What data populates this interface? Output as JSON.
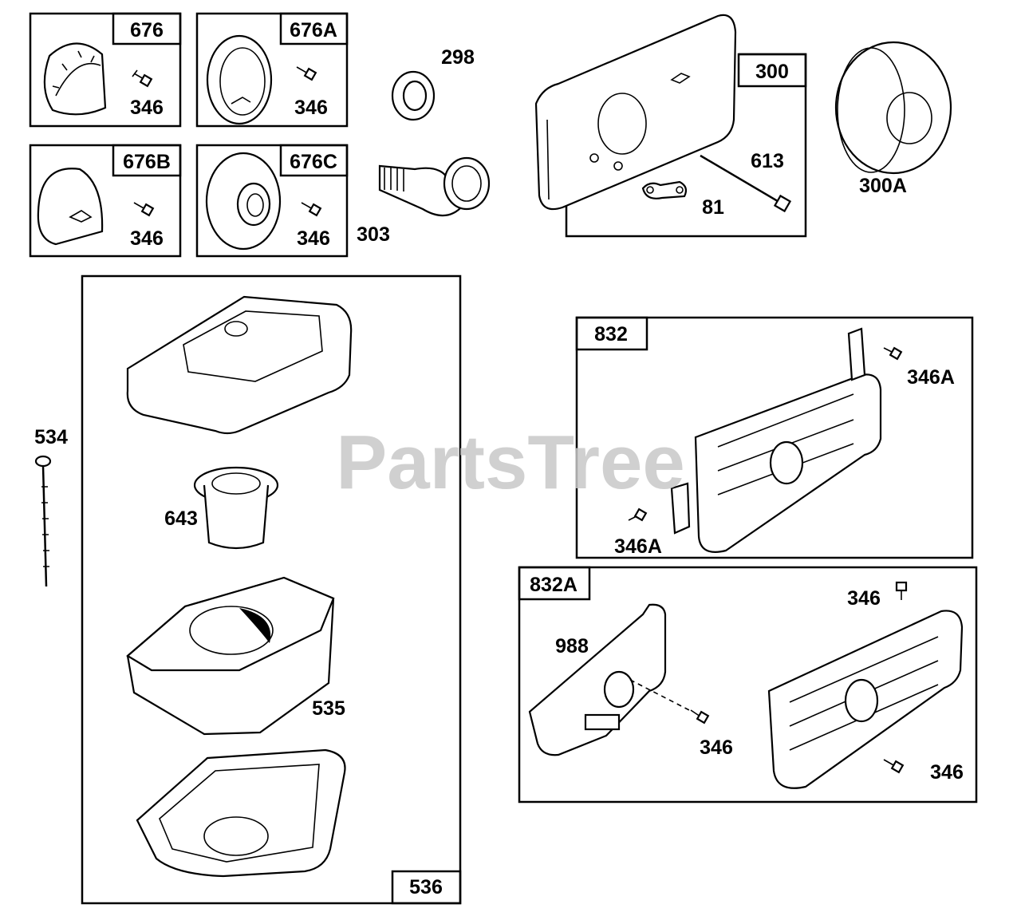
{
  "watermark": "PartsTree",
  "labels": {
    "p676": "676",
    "p676A": "676A",
    "p676B": "676B",
    "p676C": "676C",
    "b676": "346",
    "b676A": "346",
    "b676B": "346",
    "b676C": "346",
    "p298": "298",
    "p303": "303",
    "p300": "300",
    "p613": "613",
    "p81": "81",
    "p300A": "300A",
    "p534": "534",
    "p643": "643",
    "p535": "535",
    "p536": "536",
    "p832": "832",
    "p346A_top": "346A",
    "p346A_bot": "346A",
    "p832A": "832A",
    "p988": "988",
    "p346_top": "346",
    "p346_mid": "346",
    "p346_right": "346"
  }
}
